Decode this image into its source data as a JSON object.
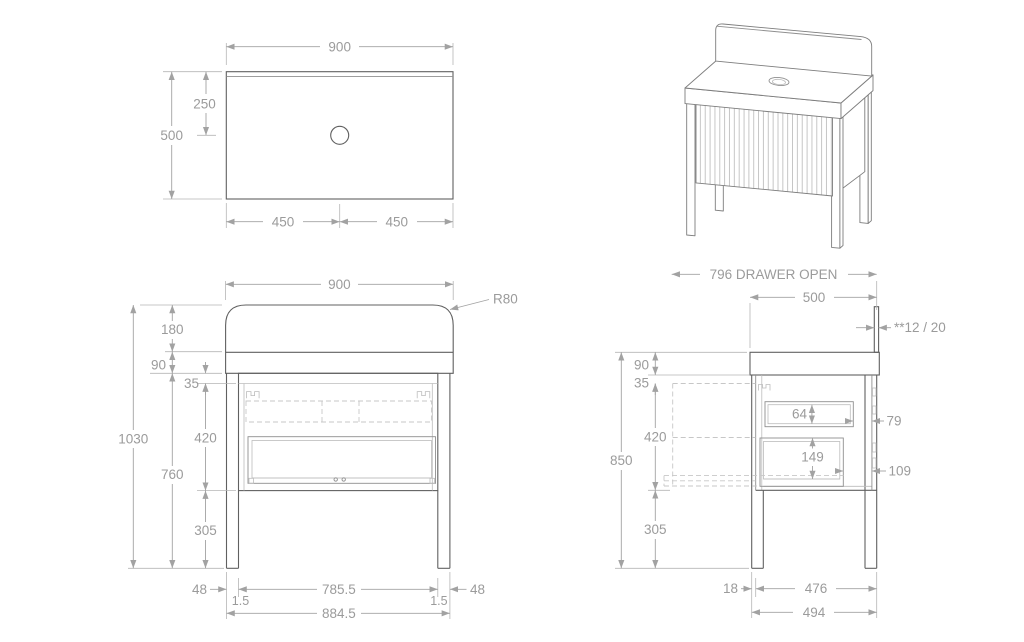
{
  "drawing": {
    "colors": {
      "object_line": "#606060",
      "dimension": "#9b9b9b",
      "dashed": "#c7c7c7"
    },
    "plan_view": {
      "width": "900",
      "depth": "500",
      "hole_setback": "250",
      "half_left": "450",
      "half_right": "450"
    },
    "front_view": {
      "width": "900",
      "corner_radius": "R80",
      "splash_height": "180",
      "counter_thickness": "90",
      "top_gap": "35",
      "drawer_opening": "420",
      "total_height": "1030",
      "under_counter_height": "760",
      "leg_height": "305",
      "leg_width_left": "48",
      "clearance_left": "1.5",
      "inner_span": "785.5",
      "clearance_right": "1.5",
      "leg_width_right": "48",
      "base_width": "884.5"
    },
    "side_view": {
      "drawer_open": "796 DRAWER OPEN",
      "depth": "500",
      "splash_thickness": "**12 / 20",
      "counter_thickness": "90",
      "top_gap": "35",
      "upper_drawer_height": "64",
      "upper_drawer_back_gap": "79",
      "drawer_opening": "420",
      "height_to_counter": "850",
      "lower_drawer_height": "149",
      "lower_drawer_back_gap": "109",
      "leg_height": "305",
      "front_offset": "18",
      "leg_span_depth": "476",
      "base_depth": "494"
    }
  }
}
